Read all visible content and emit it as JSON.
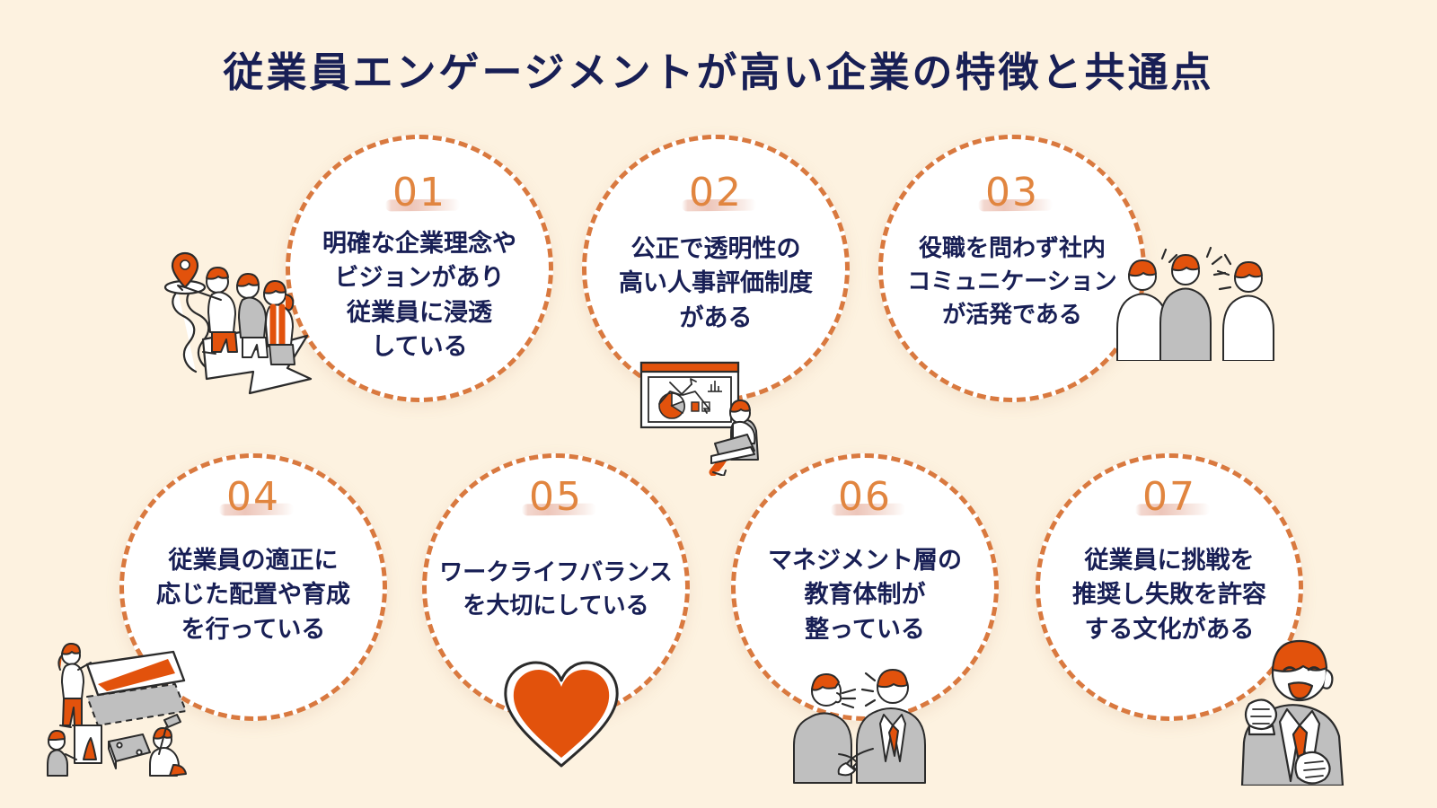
{
  "page": {
    "title": "従業員エンゲージメントが高い企業の特徴と共通点",
    "background_color": "#FDF2E0",
    "title_color": "#181F55",
    "accent_color": "#E1853F",
    "dash_color": "#D9793F",
    "orange_fill": "#E2520C",
    "text_color": "#181F55"
  },
  "items": [
    {
      "number": "01",
      "text": "明確な企業理念や\nビジョンがあり\n従業員に浸透\nしている",
      "illustration": "people-riding-arrow-to-map-pin-illustration"
    },
    {
      "number": "02",
      "text": "公正で透明性の\n高い人事評価制度\nがある",
      "illustration": "person-with-laptop-and-dashboard-charts-illustration"
    },
    {
      "number": "03",
      "text": "役職を問わず社内\nコミュニケーション\nが活発である",
      "illustration": "three-people-talking-illustration"
    },
    {
      "number": "04",
      "text": "従業員の適正に\n応じた配置や育成\nを行っている",
      "illustration": "people-placing-panels-illustration"
    },
    {
      "number": "05",
      "text": "ワークライフバランス\nを大切にしている",
      "illustration": "heart-icon"
    },
    {
      "number": "06",
      "text": "マネジメント層の\n教育体制が\n整っている",
      "illustration": "two-businessmen-talking-illustration"
    },
    {
      "number": "07",
      "text": "従業員に挑戦を\n推奨し失敗を許容\nする文化がある",
      "illustration": "businessman-fists-raised-illustration"
    }
  ]
}
